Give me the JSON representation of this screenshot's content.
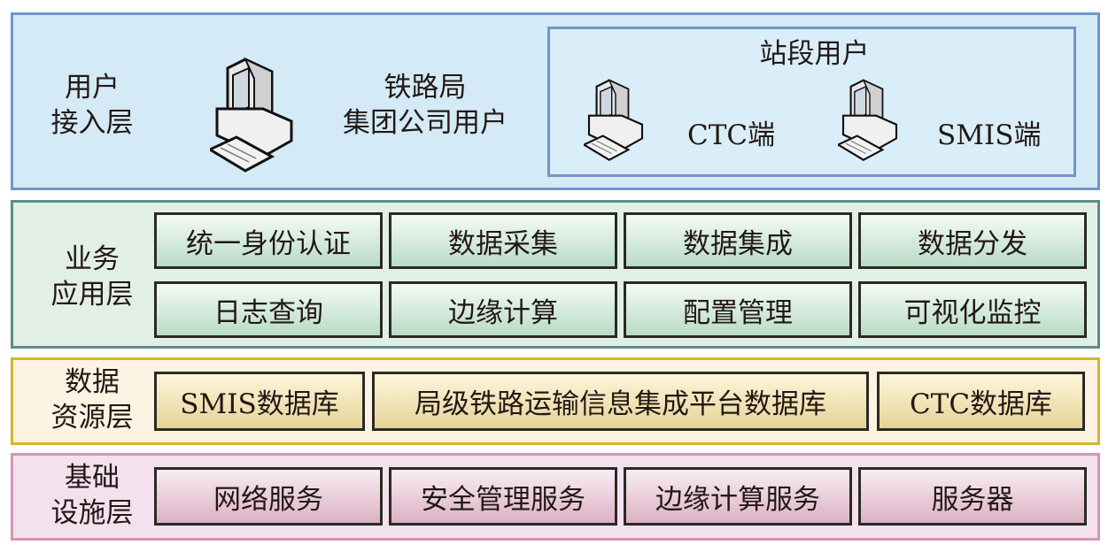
{
  "user_layer": {
    "label_line1": "用户",
    "label_line2": "接入层",
    "bureau_user_line1": "铁路局",
    "bureau_user_line2": "集团公司用户",
    "station": {
      "title": "站段用户",
      "ctc": "CTC端",
      "smis": "SMIS端"
    }
  },
  "business_layer": {
    "label_line1": "业务",
    "label_line2": "应用层",
    "items": [
      "统一身份认证",
      "数据采集",
      "数据集成",
      "数据分发",
      "日志查询",
      "边缘计算",
      "配置管理",
      "可视化监控"
    ]
  },
  "data_layer": {
    "label_line1": "数据",
    "label_line2": "资源层",
    "items": [
      "SMIS数据库",
      "局级铁路运输信息集成平台数据库",
      "CTC数据库"
    ]
  },
  "infra_layer": {
    "label_line1": "基础",
    "label_line2": "设施层",
    "items": [
      "网络服务",
      "安全管理服务",
      "边缘计算服务",
      "服务器"
    ]
  },
  "colors": {
    "user_bg": "#d4eaf7",
    "user_border": "#6f97c9",
    "biz_bg": "#e2efe6",
    "biz_border": "#5d8b8a",
    "data_bg": "#fdf3e3",
    "data_border": "#d4b52c",
    "infra_bg": "#f3e2ee",
    "infra_border": "#d497b4"
  }
}
